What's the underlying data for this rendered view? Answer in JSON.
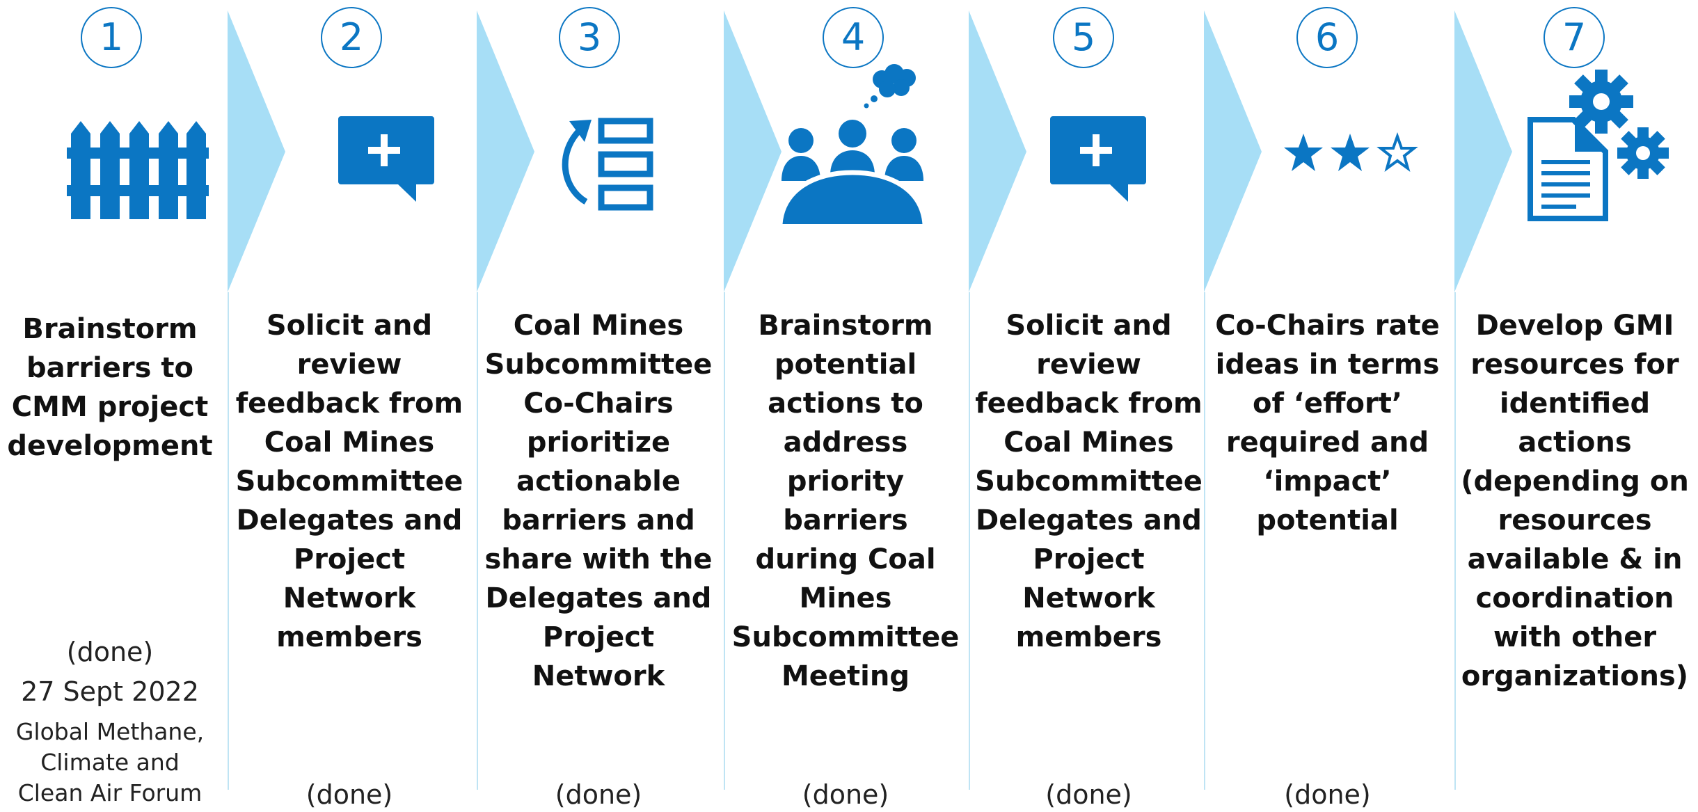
{
  "colors": {
    "accent": "#0b76c3",
    "chevron": "#a7def6",
    "divider": "#bfe4f4"
  },
  "steps": [
    {
      "number": "1",
      "icon": "fence-icon",
      "title": "Brainstorm\nbarriers to\nCMM project\ndevelopment",
      "status": "(done)",
      "date": "27 Sept 2022",
      "event": "Global Methane,\nClimate and\nClean Air Forum"
    },
    {
      "number": "2",
      "icon": "comment-plus-icon",
      "title": "Solicit and\nreview\nfeedback from\nCoal Mines\nSubcommittee\nDelegates and\nProject\nNetwork\nmembers",
      "status": "(done)"
    },
    {
      "number": "3",
      "icon": "reorder-list-icon",
      "title": "Coal Mines\nSubcommittee\nCo-Chairs\nprioritize\nactionable\nbarriers and\nshare with the\nDelegates and\nProject\nNetwork",
      "status": "(done)"
    },
    {
      "number": "4",
      "icon": "meeting-brainstorm-icon",
      "title": "Brainstorm\npotential\nactions to\naddress\npriority\nbarriers\nduring Coal\nMines\nSubcommittee\nMeeting",
      "status": "(done)"
    },
    {
      "number": "5",
      "icon": "comment-plus-icon",
      "title": "Solicit and\nreview\nfeedback from\nCoal Mines\nSubcommittee\nDelegates and\nProject\nNetwork\nmembers",
      "status": "(done)"
    },
    {
      "number": "6",
      "icon": "star-rating-icon",
      "title": "Co-Chairs rate\nideas in terms\nof ‘effort’\nrequired and\n‘impact’\npotential",
      "status": "(done)"
    },
    {
      "number": "7",
      "icon": "document-gears-icon",
      "title": "Develop GMI\nresources for\nidentified\nactions\n(depending on\nresources\navailable & in\ncoordination\nwith other\norganizations)"
    }
  ]
}
